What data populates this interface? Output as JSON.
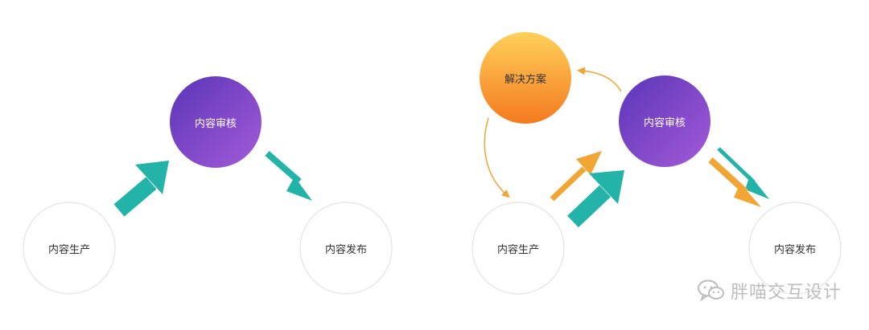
{
  "left_diagram": {
    "nodes": {
      "production": "内容生产",
      "review": "内容审核",
      "publish": "内容发布"
    }
  },
  "right_diagram": {
    "nodes": {
      "production": "内容生产",
      "review": "内容审核",
      "publish": "内容发布",
      "solution": "解决方案"
    }
  },
  "colors": {
    "teal": "#23b3a8",
    "orange_arrow": "#f0a534",
    "purple_top": "#5a35b8",
    "purple_bottom": "#a45bd8",
    "orange_top": "#ffd05a",
    "orange_bottom": "#f47a20",
    "circle_border": "#e3e3e3"
  },
  "watermark": {
    "icon": "wechat-icon",
    "text": "胖喵交互设计"
  }
}
